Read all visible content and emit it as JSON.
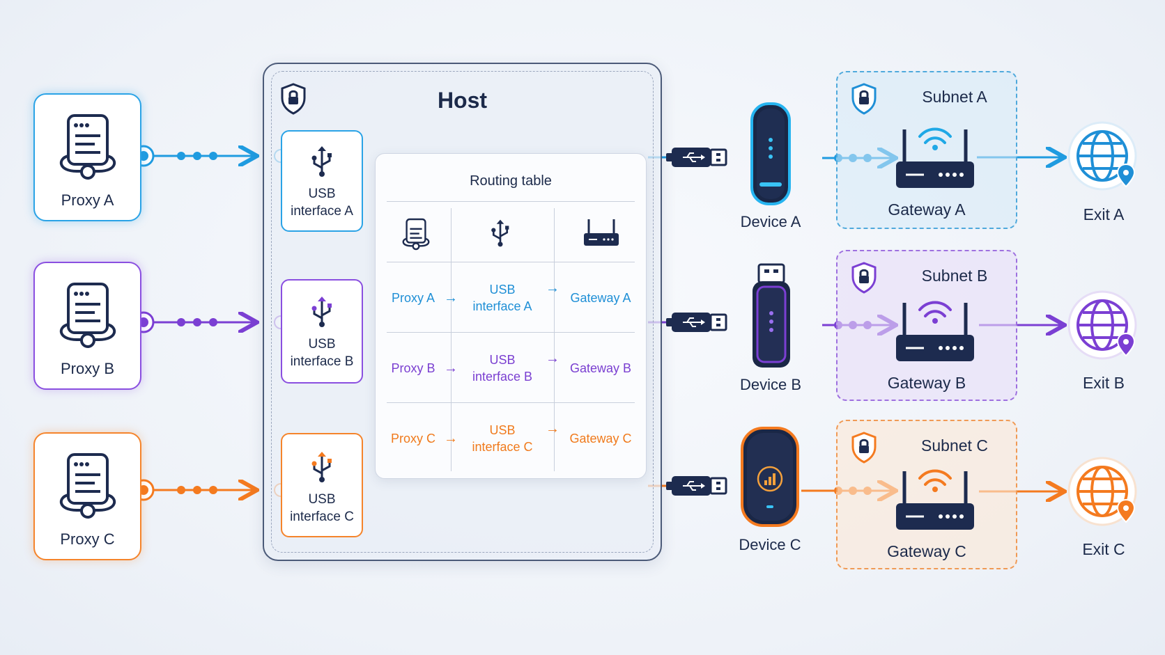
{
  "host": {
    "title": "Host"
  },
  "routing_table": {
    "title": "Routing table",
    "header_icons": [
      "server-icon",
      "usb-icon",
      "router-icon"
    ],
    "rows": [
      {
        "proxy": "Proxy A",
        "usb_line1": "USB",
        "usb_line2": "interface A",
        "gateway": "Gateway A",
        "color": "#1f8fd6"
      },
      {
        "proxy": "Proxy B",
        "usb_line1": "USB",
        "usb_line2": "interface B",
        "gateway": "Gateway B",
        "color": "#7a3fd1"
      },
      {
        "proxy": "Proxy C",
        "usb_line1": "USB",
        "usb_line2": "interface C",
        "gateway": "Gateway C",
        "color": "#f07a1c"
      }
    ]
  },
  "lanes": [
    {
      "proxy": "Proxy A",
      "usb_line1": "USB",
      "usb_line2": "interface A",
      "device": "Device A",
      "subnet": "Subnet A",
      "gateway": "Gateway A",
      "exit": "Exit A",
      "color": "#1f9be0"
    },
    {
      "proxy": "Proxy B",
      "usb_line1": "USB",
      "usb_line2": "interface B",
      "device": "Device B",
      "subnet": "Subnet B",
      "gateway": "Gateway B",
      "exit": "Exit B",
      "color": "#7b3fd3"
    },
    {
      "proxy": "Proxy C",
      "usb_line1": "USB",
      "usb_line2": "interface C",
      "device": "Device C",
      "subnet": "Subnet C",
      "gateway": "Gateway C",
      "exit": "Exit C",
      "color": "#f47a1f"
    }
  ]
}
